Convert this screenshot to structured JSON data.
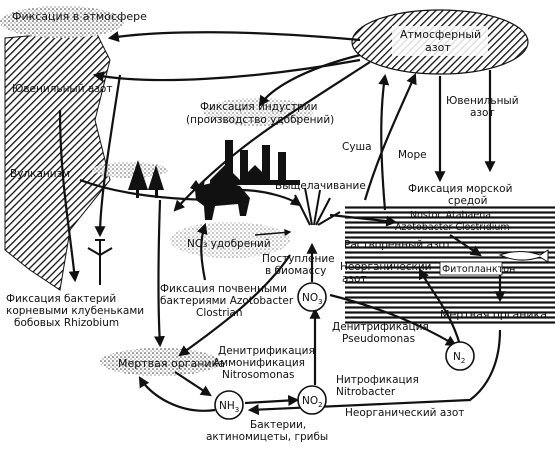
{
  "labels": {
    "fixation_atmosphere": "Фиксация в атмосфере",
    "atmospheric_nitrogen_1": "Атмосферный",
    "atmospheric_nitrogen_2": "азот",
    "juvenile_left": "Ювенильный азот",
    "juvenile_right_1": "Ювенильный",
    "juvenile_right_2": "азот",
    "industry_1": "Фиксация индустрии",
    "industry_2": "(производство удобрений)",
    "land": "Суша",
    "sea": "Море",
    "volcanism": "Вулканизм",
    "leaching": "Выщелачивание",
    "marine_fix_1": "Фиксация морской",
    "marine_fix_2": "средой",
    "marine_orgs_1": "Nostoc Atabaena",
    "marine_orgs_2": "Azotobacter Clostridium",
    "no3_fert": "NO₃ удобрений",
    "dissolved": "Растворенный азот",
    "inorganic_sea_1": "Неорганический",
    "inorganic_sea_2": "азот",
    "phytoplankton": "Фитопланктон",
    "biomass_1": "Поступление",
    "biomass_2": "в биомассу",
    "bact_fix_1": "Фиксация бактерий",
    "bact_fix_2": "корневыми клубеньками",
    "bact_fix_3": "бобовых Rhizobium",
    "soil_fix_1": "Фиксация почвенными",
    "soil_fix_2": "бактериями Azotobacter",
    "soil_fix_3": "Clostrian",
    "dead_org_sea": "Мертвая органика",
    "dead_org_land": "Мертвая органика",
    "denitrif_1": "Денитрификация",
    "denitrif_2": "Pseudomonas",
    "denitrif_ammon_1": "Денитрификация",
    "denitrif_ammon_2": "Аммонификация",
    "denitrif_ammon_3": "Nitrosomonas",
    "nitrification_1": "Нитрофикация",
    "nitrification_2": "Nitrobacter",
    "inorganic_bottom": "Неорганический азот",
    "bacteria_1": "Бактерии,",
    "bacteria_2": "актиномицеты, грибы"
  },
  "nodes": {
    "no3": "NO",
    "no3_sub": "3",
    "no2": "NO",
    "no2_sub": "2",
    "nh3": "NH",
    "nh3_sub": "3",
    "n2": "N",
    "n2_sub": "2"
  }
}
